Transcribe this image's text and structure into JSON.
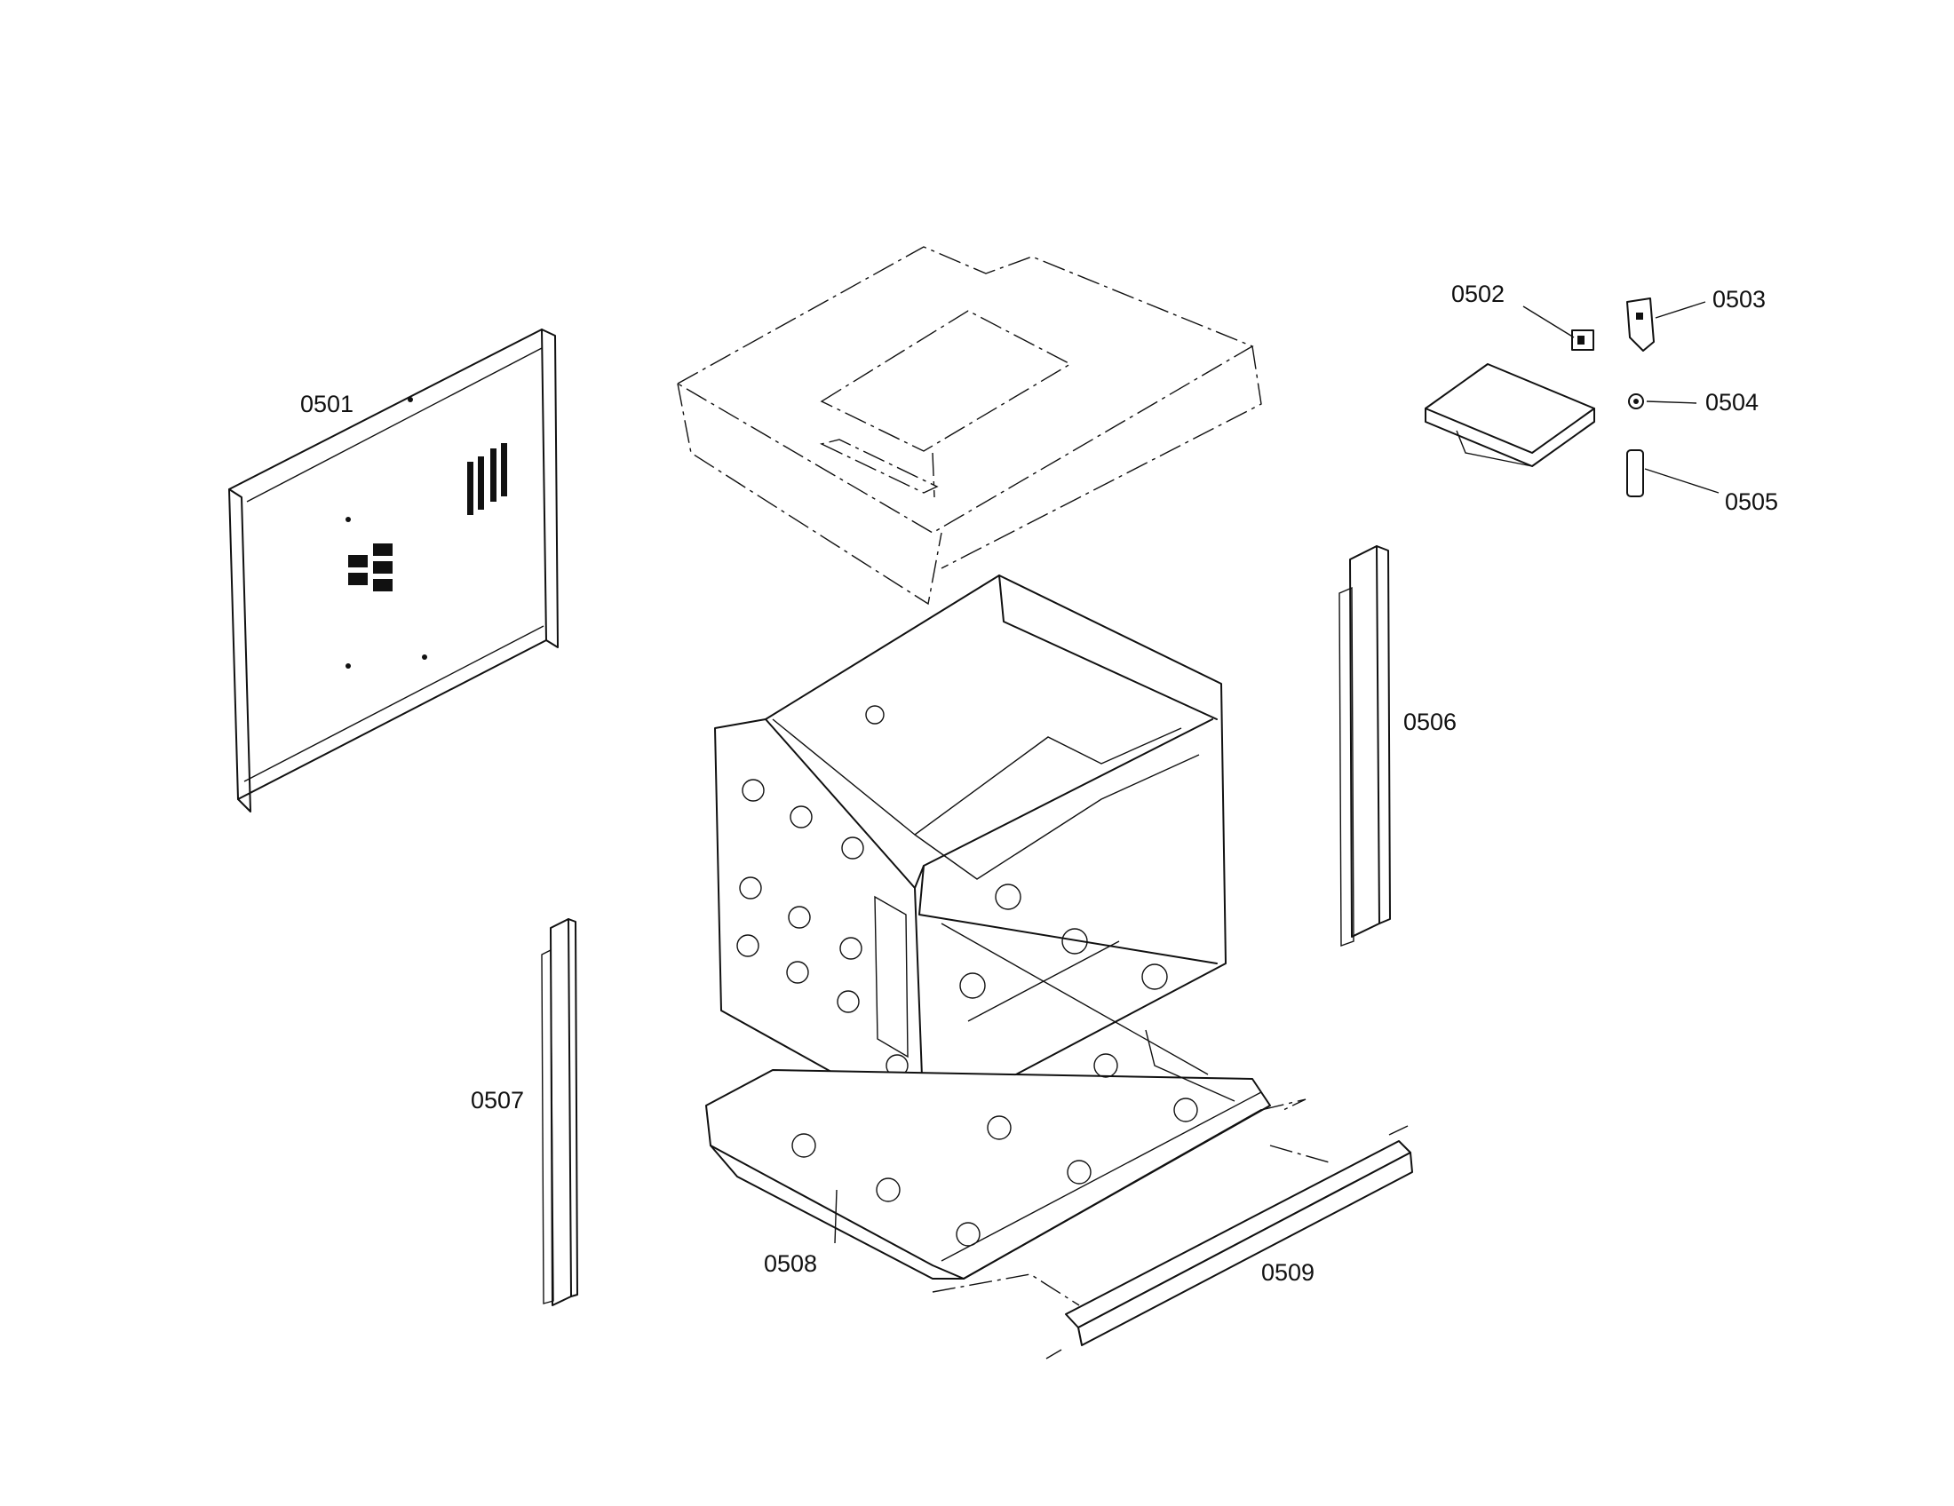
{
  "callouts": [
    {
      "id": "0501",
      "label": "0501",
      "part": "rear-panel"
    },
    {
      "id": "0502",
      "label": "0502",
      "part": "small-clip"
    },
    {
      "id": "0503",
      "label": "0503",
      "part": "bracket"
    },
    {
      "id": "0504",
      "label": "0504",
      "part": "nut"
    },
    {
      "id": "0505",
      "label": "0505",
      "part": "spacer"
    },
    {
      "id": "0506",
      "label": "0506",
      "part": "right-side-trim"
    },
    {
      "id": "0507",
      "label": "0507",
      "part": "left-side-trim"
    },
    {
      "id": "0508",
      "label": "0508",
      "part": "base-tray"
    },
    {
      "id": "0509",
      "label": "0509",
      "part": "front-rail"
    }
  ]
}
